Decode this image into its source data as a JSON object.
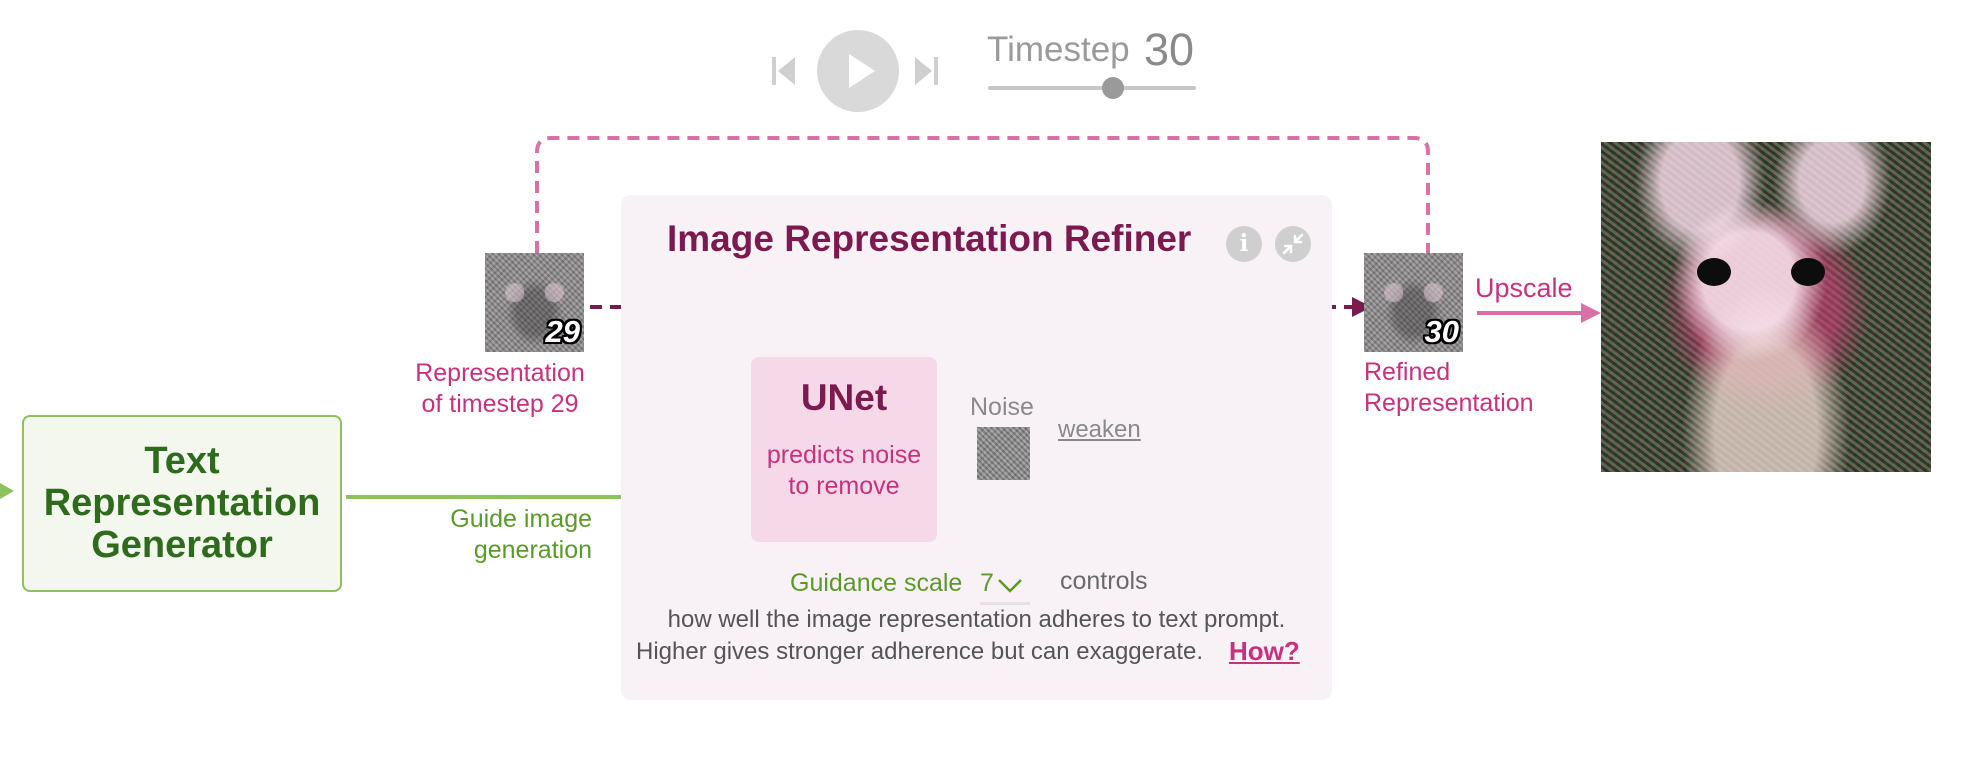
{
  "controls": {
    "timestep_label": "Timestep",
    "timestep_value": "30",
    "play_icon": "play-icon",
    "prev_icon": "skip-previous-icon",
    "next_icon": "skip-next-icon",
    "timestep_progress": 0.6
  },
  "refiner": {
    "title": "Image Representation Refiner",
    "info_icon": "info-icon",
    "collapse_icon": "collapse-icon",
    "unet_title": "UNet",
    "unet_desc_line1": "predicts noise",
    "unet_desc_line2": "to remove",
    "noise_label": "Noise",
    "weaken_label": "weaken",
    "subtract_symbol": "-",
    "guidance_label": "Guidance scale",
    "guidance_value": "7",
    "controls_label": "controls",
    "guidance_desc_line1": "how well the image representation adheres to text prompt.",
    "guidance_desc_line2": "Higher gives stronger adherence but can exaggerate.",
    "how_link": "How?"
  },
  "representation_in": {
    "badge": "29",
    "label_line1": "Representation",
    "label_line2": "of timestep 29"
  },
  "representation_out": {
    "badge": "30",
    "label_line1": "Refined",
    "label_line2": "Representation"
  },
  "upscale_label": "Upscale",
  "text_generator": {
    "line1": "Text",
    "line2": "Representation",
    "line3": "Generator"
  },
  "guide": {
    "line1": "Guide image",
    "line2": "generation"
  },
  "colors": {
    "dark_magenta": "#7c1a4f",
    "magenta": "#c7317e",
    "pink_line": "#d970a8",
    "light_pink_line": "#f0bcd6",
    "green": "#5a9a2b",
    "green_line": "#8bc25b",
    "dark_green": "#2f6b1d",
    "panel_bg": "#f8f1f6",
    "unet_bg": "#f6d9e8"
  }
}
